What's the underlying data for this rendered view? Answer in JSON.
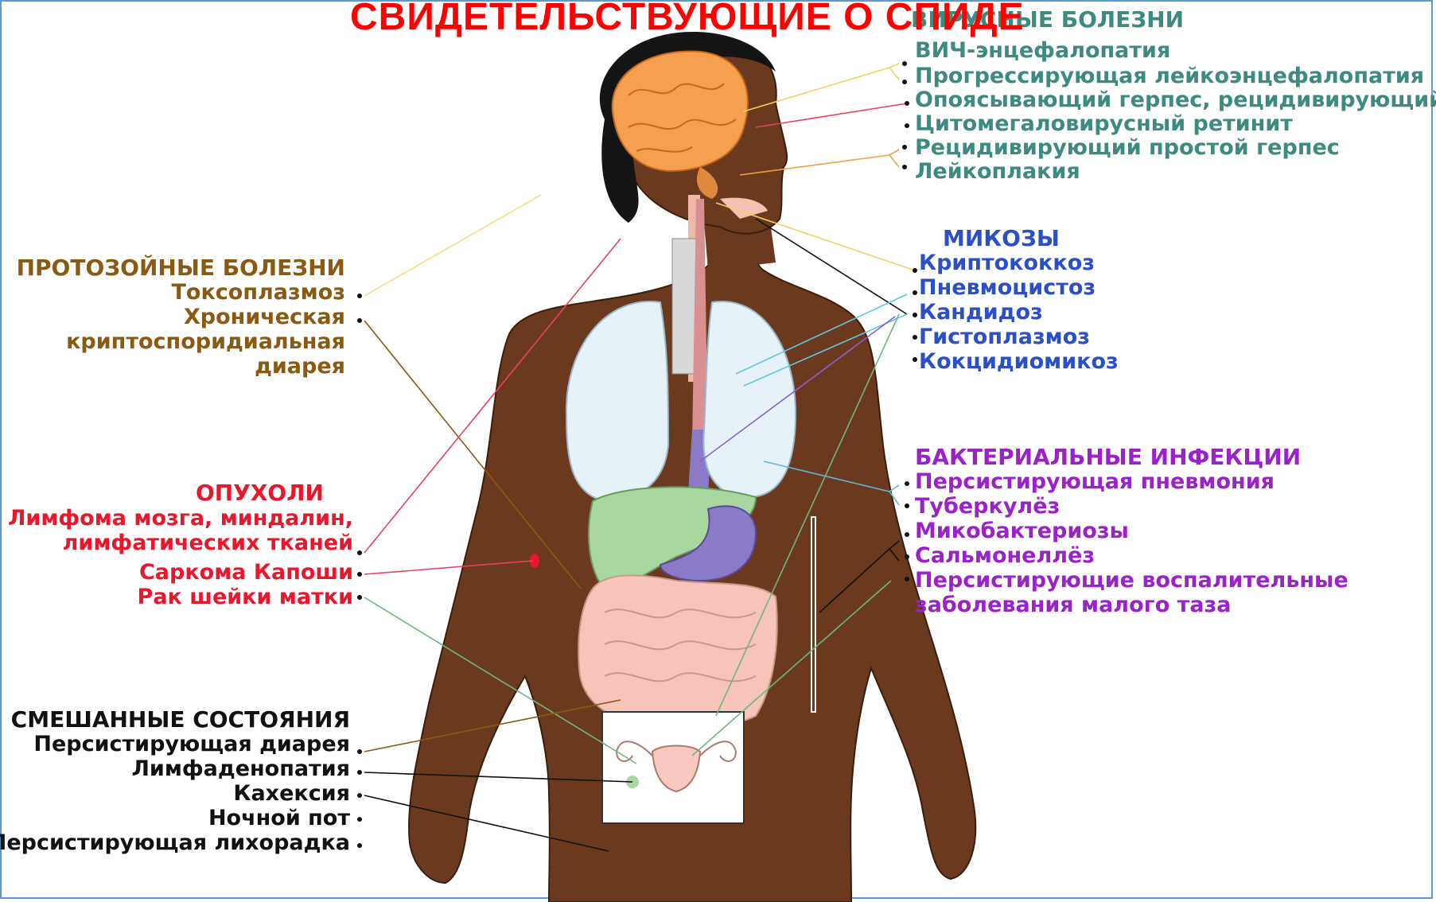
{
  "title": "СВИДЕТЕЛЬСТВУЮЩИЕ О СПИДЕ",
  "colors": {
    "title": "#ff0000",
    "viral": "#3d8a80",
    "mycoses": "#2b4fc4",
    "bacterial": "#9a22c8",
    "protozoal": "#8a5a12",
    "tumors": "#e8172b",
    "mixed": "#111111",
    "skin": "#6b3a1e",
    "brain": "#f5a050",
    "lungs": "#e6f1f8",
    "liver": "#a8d8a0",
    "stomach": "#8a7ac8",
    "intestine": "#f6c4b8"
  },
  "viral": {
    "heading": "ВИРУСНЫЕ БОЛЕЗНИ",
    "items": [
      "ВИЧ-энцефалопатия",
      "Прогрессирующая лейкоэнцефалопатия",
      "Опоясывающий герпес, рецидивирующий",
      "Цитомегаловирусный ретинит",
      "Рецидивирующий простой герпес",
      "Лейкоплакия"
    ]
  },
  "mycoses": {
    "heading": "МИКОЗЫ",
    "items": [
      "Криптококкоз",
      "Пневмоцистоз",
      "Кандидоз",
      "Гистоплазмоз",
      "Кокцидиомикоз"
    ]
  },
  "bacterial": {
    "heading": "БАКТЕРИАЛЬНЫЕ ИНФЕКЦИИ",
    "items": [
      "Персистирующая пневмония",
      "Туберкулёз",
      "Микобактериозы",
      "Сальмонеллёз",
      "Персистирующие воспалительные",
      "заболевания малого таза"
    ]
  },
  "protozoal": {
    "heading": "ПРОТОЗОЙНЫЕ БОЛЕЗНИ",
    "items": [
      "Токсоплазмоз",
      "Хроническая",
      "криптоспоридиальная",
      "диарея"
    ]
  },
  "tumors": {
    "heading": "ОПУХОЛИ",
    "items": [
      "Лимфома мозга, миндалин,",
      "лимфатических тканей",
      "Саркома Капоши",
      "Рак шейки матки"
    ]
  },
  "mixed": {
    "heading": "СМЕШАННЫЕ СОСТОЯНИЯ",
    "items": [
      "Персистирующая диарея",
      "Лимфаденопатия",
      "Кахексия",
      "Ночной пот",
      "Персистирующая лихорадка"
    ]
  }
}
